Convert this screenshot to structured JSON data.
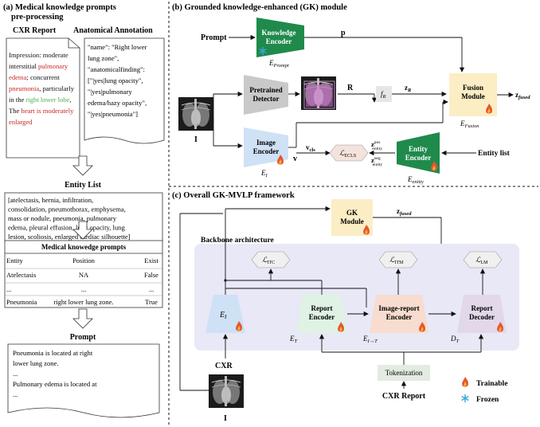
{
  "panel_a": {
    "title_line1": "(a) Medical knowledge prompts",
    "title_line2": "pre-processing",
    "cxr_report_label": "CXR Report",
    "anatomical_label": "Anatomical Annotation",
    "report_lines": [
      [
        {
          "t": "Impression: moderate",
          "c": "#111"
        }
      ],
      [
        {
          "t": "interstitial ",
          "c": "#111"
        },
        {
          "t": "pulmonary",
          "c": "#c62828"
        }
      ],
      [
        {
          "t": "edema",
          "c": "#c62828"
        },
        {
          "t": "; concurrent",
          "c": "#111"
        }
      ],
      [
        {
          "t": "pneumonia",
          "c": "#c62828"
        },
        {
          "t": ", particularly",
          "c": "#111"
        }
      ],
      [
        {
          "t": "in the ",
          "c": "#111"
        },
        {
          "t": "right lower lobe",
          "c": "#4caf50"
        },
        {
          "t": ",",
          "c": "#111"
        }
      ],
      [
        {
          "t": "The ",
          "c": "#111"
        },
        {
          "t": "heart is moderately",
          "c": "#c62828"
        }
      ],
      [
        {
          "t": "enlarged",
          "c": "#c62828"
        }
      ]
    ],
    "anno_lines": [
      "\"name\": \"Right lower",
      "lung zone\",",
      "\"anatomicalfinding\":",
      "[\"|yes|lung opacity\",",
      "\"|yes|pulmonary",
      "edema/hazy opacity\",",
      "\"|yes|pneumonia\"]"
    ],
    "entity_list_label": "Entity List",
    "entity_lines": [
      "[atelectasis, hernia, infiltration,",
      "consolidation,  pneumothorax, emphysema,",
      "mass or nodule, pneumonia, pulmonary",
      "edema, pleural effusion, lung opacity, lung",
      "lesion, scoliosis, enlarged cardiac silhouette]"
    ],
    "table_title": "Medical knowedge prompts",
    "table_headers": [
      "Entity",
      "Position",
      "Exist"
    ],
    "table_rows": [
      [
        "Atelectasis",
        "NA",
        "False"
      ],
      [
        "...",
        "...",
        "..."
      ],
      [
        "Pneumonia",
        "right lower lung zone.",
        "True"
      ]
    ],
    "prompt_label": "Prompt",
    "prompt_lines": [
      "Pneumonia is located at right",
      "lower lung zone.",
      "...",
      "Pulmonary edema is located at",
      "..."
    ]
  },
  "panel_b": {
    "title": "(b) Grounded knowledge-enhanced (GK) module",
    "prompt_label": "Prompt",
    "knowledge_encoder": [
      "Knowledge",
      "Encoder"
    ],
    "e_prompt": "E",
    "e_prompt_sub": "Prompt",
    "p_label": "p",
    "pretrained_detector": [
      "Pretrained",
      "Detector"
    ],
    "r_label": "R",
    "f_r": "f",
    "f_r_sub": "R",
    "z_r": "z",
    "z_r_sub": "R",
    "fusion_module": [
      "Fusion",
      "Module"
    ],
    "e_fusion": "E",
    "e_fusion_sub": "Fusion",
    "z_fused": "z",
    "z_fused_sub": "fused",
    "i_label": "I",
    "image_encoder": [
      "Image",
      "Encoder"
    ],
    "e_i": "E",
    "e_i_sub": "I",
    "v_label": "v",
    "v_cls": "v",
    "v_cls_sub": "cls",
    "l_ecls": "ℒ",
    "l_ecls_sub": "ECLS",
    "z_pos": "z",
    "z_pos_sup": "pos",
    "z_pos_sub": "entity",
    "z_neg": "z",
    "z_neg_sup": "neg",
    "z_neg_sub": "entity",
    "entity_encoder": [
      "Entity",
      "Encoder"
    ],
    "e_entity": "E",
    "e_entity_sub": "entity",
    "entity_list_label": "Entity list"
  },
  "panel_c": {
    "title": "(c) Overall GK-MVLP framework",
    "gk_module": [
      "GK",
      "Module"
    ],
    "z_fused": "z",
    "z_fused_sub": "fused",
    "backbone_label": "Backbone architecture",
    "l_itc": "ℒ",
    "l_itc_sub": "ITC",
    "l_itm": "ℒ",
    "l_itm_sub": "ITM",
    "l_lm": "ℒ",
    "l_lm_sub": "LM",
    "e_i": "E",
    "e_i_sub": "I",
    "report_encoder": [
      "Report",
      "Encoder"
    ],
    "e_t": "E",
    "e_t_sub": "T",
    "image_report_encoder": [
      "Image-report",
      "Encoder"
    ],
    "e_itot": "E",
    "e_itot_sub": "I→T",
    "report_decoder": [
      "Report",
      "Decoder"
    ],
    "d_t": "D",
    "d_t_sub": "T",
    "cxr_label": "CXR",
    "i_label": "I",
    "tokenization": "Tokenization",
    "cxr_report_label": "CXR Report",
    "legend_trainable": "Trainable",
    "legend_frozen": "Frozen"
  },
  "colors": {
    "knowledge_green": "#1f8a4c",
    "fusion_yellow": "#fbedc4",
    "image_encoder_blue": "#cfe1f5",
    "detector_grey": "#c9c9c9",
    "backbone_bg": "#e8e8f7",
    "report_encoder_green": "#dff2e3",
    "image_report_orange": "#f7dccf",
    "report_decoder_purple": "#e2d8ea",
    "tokenization_bg": "#e4ebe2",
    "flame": "#e4572e",
    "snow": "#3aa6d8"
  }
}
